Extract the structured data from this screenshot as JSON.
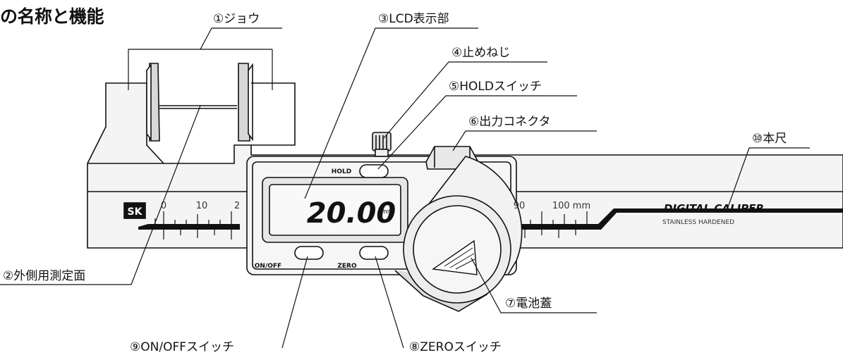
{
  "header": {
    "title": "の名称と機能"
  },
  "labels": [
    {
      "id": "jaw",
      "text": "①ジョウ"
    },
    {
      "id": "outer_face",
      "text": "②外側用測定面"
    },
    {
      "id": "lcd",
      "text": "③LCD表示部"
    },
    {
      "id": "lock_screw",
      "text": "④止めねじ"
    },
    {
      "id": "hold_switch",
      "text": "⑤HOLDスイッチ"
    },
    {
      "id": "output_connector",
      "text": "⑥出力コネクタ"
    },
    {
      "id": "battery_cover",
      "text": "⑦電池蓋"
    },
    {
      "id": "zero_switch",
      "text": "⑧ZEROスイッチ"
    },
    {
      "id": "onoff_switch",
      "text": "⑨ON/OFFスイッチ"
    },
    {
      "id": "main_scale",
      "text": "⑩本尺"
    }
  ],
  "device": {
    "brand_mark": "SK",
    "lcd_value": "20.00",
    "lcd_unit": "mm",
    "button_hold": "HOLD",
    "button_onoff": "ON/OFF",
    "button_zero": "ZERO",
    "scale_numbers": [
      "0",
      "10",
      "2",
      "90",
      "100 mm"
    ],
    "product_name": "DIGITAL CALIPER",
    "product_sub": "STAINLESS HARDENED"
  },
  "colors": {
    "line": "#111111",
    "body_fill": "#f4f4f4",
    "lcd_fill": "#e6e6e6",
    "dial_fill": "#ededed"
  }
}
